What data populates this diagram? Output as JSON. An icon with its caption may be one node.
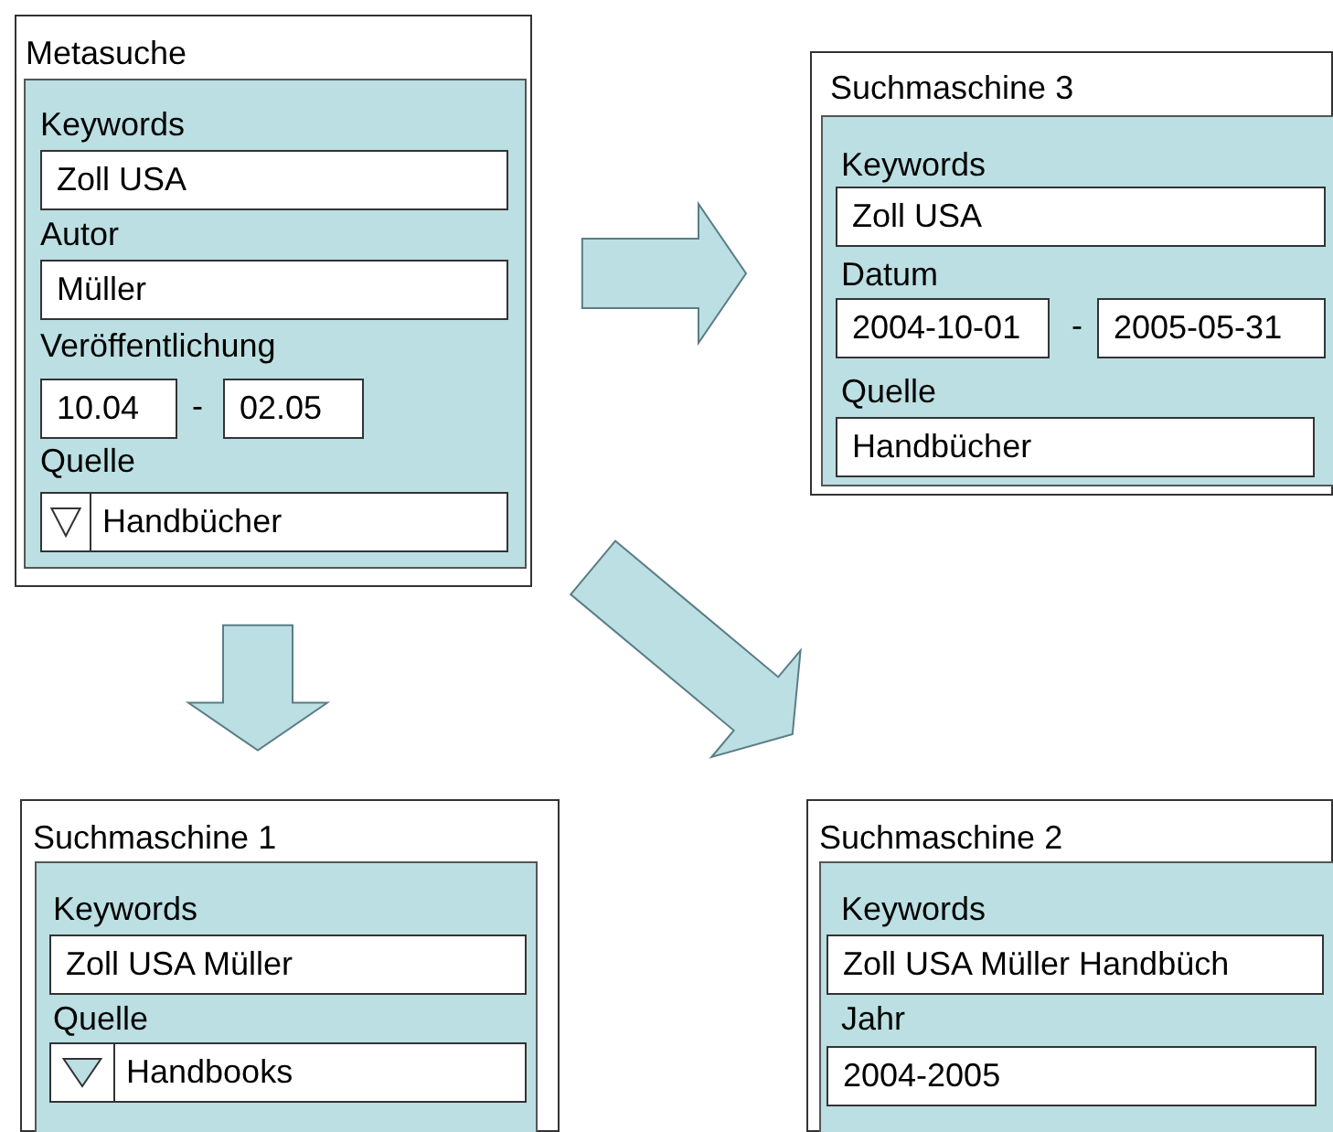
{
  "diagram": {
    "nodes": [
      {
        "text": [
          "Metasuche"
        ]
      },
      {
        "text": [],
        "shape": "box",
        "in": 0
      },
      {
        "text": [
          "Zoll USA"
        ],
        "beside": [
          "Keywords"
        ],
        "in": 1
      },
      {
        "text": [
          "Müller"
        ],
        "beside": [
          "Autor"
        ],
        "in": 1
      },
      {
        "text": [
          "10.04"
        ],
        "beside": [
          "Veröffentlichung"
        ],
        "in": 1
      },
      {
        "text": [
          "02.05"
        ],
        "in": 1
      },
      {
        "text": [
          "Handbücher"
        ],
        "beside": [
          "Quelle"
        ],
        "in": 1
      },
      {
        "text": [
          "Suchmaschine 3"
        ]
      },
      {
        "text": [],
        "shape": "box",
        "in": 7
      },
      {
        "text": [
          "Zoll USA"
        ],
        "beside": [
          "Keywords"
        ],
        "in": 8
      },
      {
        "text": [
          "2004-10-01"
        ],
        "beside": [
          "Datum"
        ],
        "in": 8
      },
      {
        "text": [
          "2005-05-31"
        ],
        "in": 8
      },
      {
        "text": [
          "Handbücher"
        ],
        "beside": [
          "Quelle"
        ],
        "in": 8
      },
      {
        "text": [
          "Suchmaschine 1"
        ]
      },
      {
        "text": [],
        "shape": "box",
        "in": 13
      },
      {
        "text": [
          "Zoll USA Müller"
        ],
        "beside": [
          "Keywords"
        ],
        "in": 14
      },
      {
        "text": [
          "Handbooks"
        ],
        "beside": [
          "Quelle"
        ],
        "in": 14
      },
      {
        "text": [
          "Suchmaschine 2"
        ]
      },
      {
        "text": [],
        "shape": "box",
        "in": 17
      },
      {
        "text": [
          "Zoll USA Müller Handbüch"
        ],
        "beside": [
          "Keywords"
        ],
        "in": 18
      },
      {
        "text": [
          "2004-2005"
        ],
        "beside": [
          "Jahr"
        ],
        "in": 18
      }
    ],
    "edges": [
      {
        "from": 0,
        "to": 7,
        "arrow": "to"
      },
      {
        "from": 0,
        "to": 13,
        "arrow": "to"
      },
      {
        "from": 0,
        "to": 17,
        "arrow": "to"
      }
    ],
    "labels": [
      "-",
      "-"
    ]
  }
}
